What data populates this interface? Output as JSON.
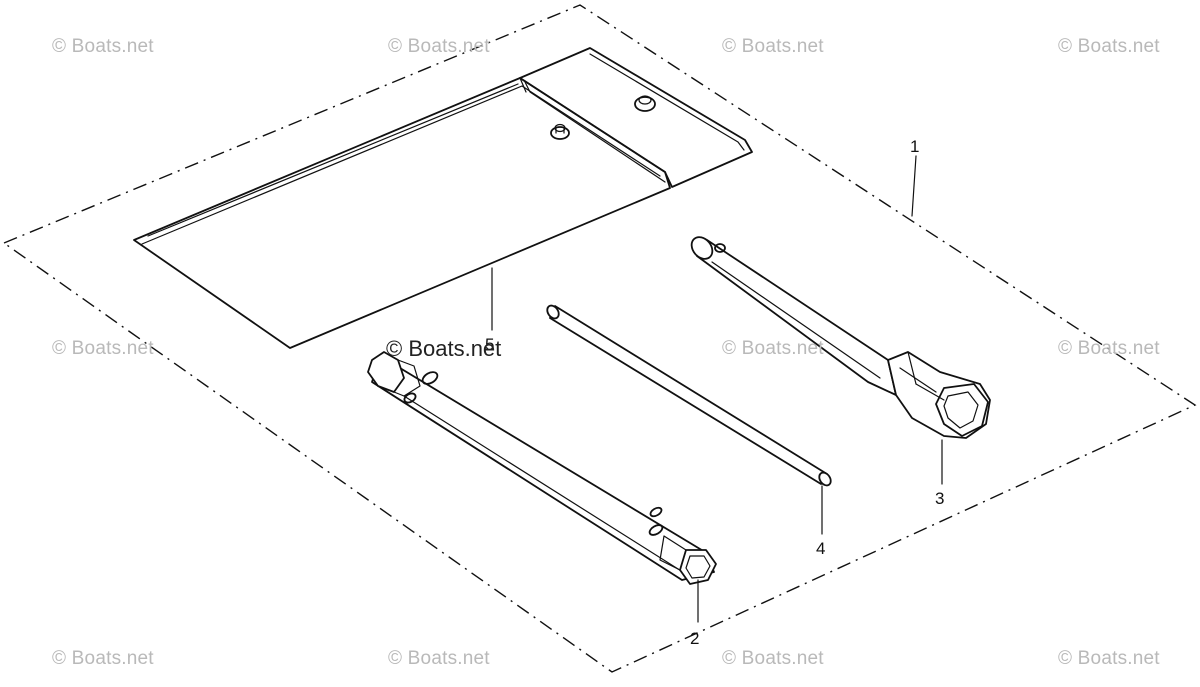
{
  "watermark": {
    "text": "© Boats.net",
    "center_text": "© Boats.net"
  },
  "callouts": {
    "kit": "1",
    "wrench_small": "2",
    "wrench_large": "3",
    "bar": "4",
    "bag": "5"
  }
}
